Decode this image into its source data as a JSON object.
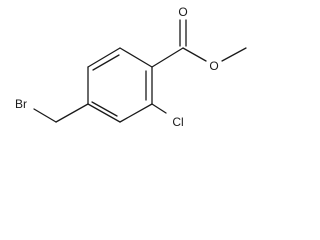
{
  "molecule": {
    "atoms": {
      "carbonyl_oxygen": "O",
      "ester_oxygen": "O",
      "bromine": "Br",
      "chlorine": "Cl"
    }
  }
}
